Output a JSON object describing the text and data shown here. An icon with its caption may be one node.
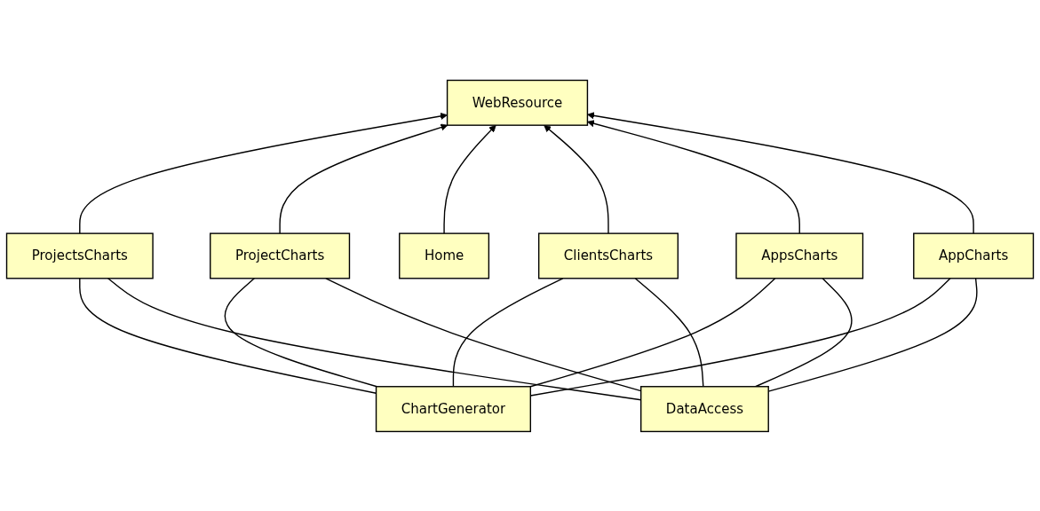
{
  "diagram": {
    "nodes": [
      {
        "text": [
          "WebResource"
        ]
      },
      {
        "text": [
          "ProjectsCharts"
        ]
      },
      {
        "text": [
          "ProjectCharts"
        ]
      },
      {
        "text": [
          "Home"
        ]
      },
      {
        "text": [
          "ClientsCharts"
        ]
      },
      {
        "text": [
          "AppsCharts"
        ]
      },
      {
        "text": [
          "AppCharts"
        ]
      },
      {
        "text": [
          "ChartGenerator"
        ]
      },
      {
        "text": [
          "DataAccess"
        ]
      }
    ],
    "edges": [
      {
        "from": 1,
        "to": 0,
        "arrow": "to"
      },
      {
        "from": 2,
        "to": 0,
        "arrow": "to"
      },
      {
        "from": 3,
        "to": 0,
        "arrow": "to"
      },
      {
        "from": 4,
        "to": 0,
        "arrow": "to"
      },
      {
        "from": 5,
        "to": 0,
        "arrow": "to"
      },
      {
        "from": 6,
        "to": 0,
        "arrow": "to"
      },
      {
        "from": 7,
        "to": 1,
        "arrow": "none"
      },
      {
        "from": 7,
        "to": 2,
        "arrow": "none"
      },
      {
        "from": 7,
        "to": 4,
        "arrow": "none"
      },
      {
        "from": 7,
        "to": 5,
        "arrow": "none"
      },
      {
        "from": 7,
        "to": 6,
        "arrow": "none"
      },
      {
        "from": 8,
        "to": 1,
        "arrow": "none"
      },
      {
        "from": 8,
        "to": 2,
        "arrow": "none"
      },
      {
        "from": 8,
        "to": 4,
        "arrow": "none"
      },
      {
        "from": 8,
        "to": 5,
        "arrow": "none"
      },
      {
        "from": 8,
        "to": 6,
        "arrow": "none"
      }
    ]
  }
}
